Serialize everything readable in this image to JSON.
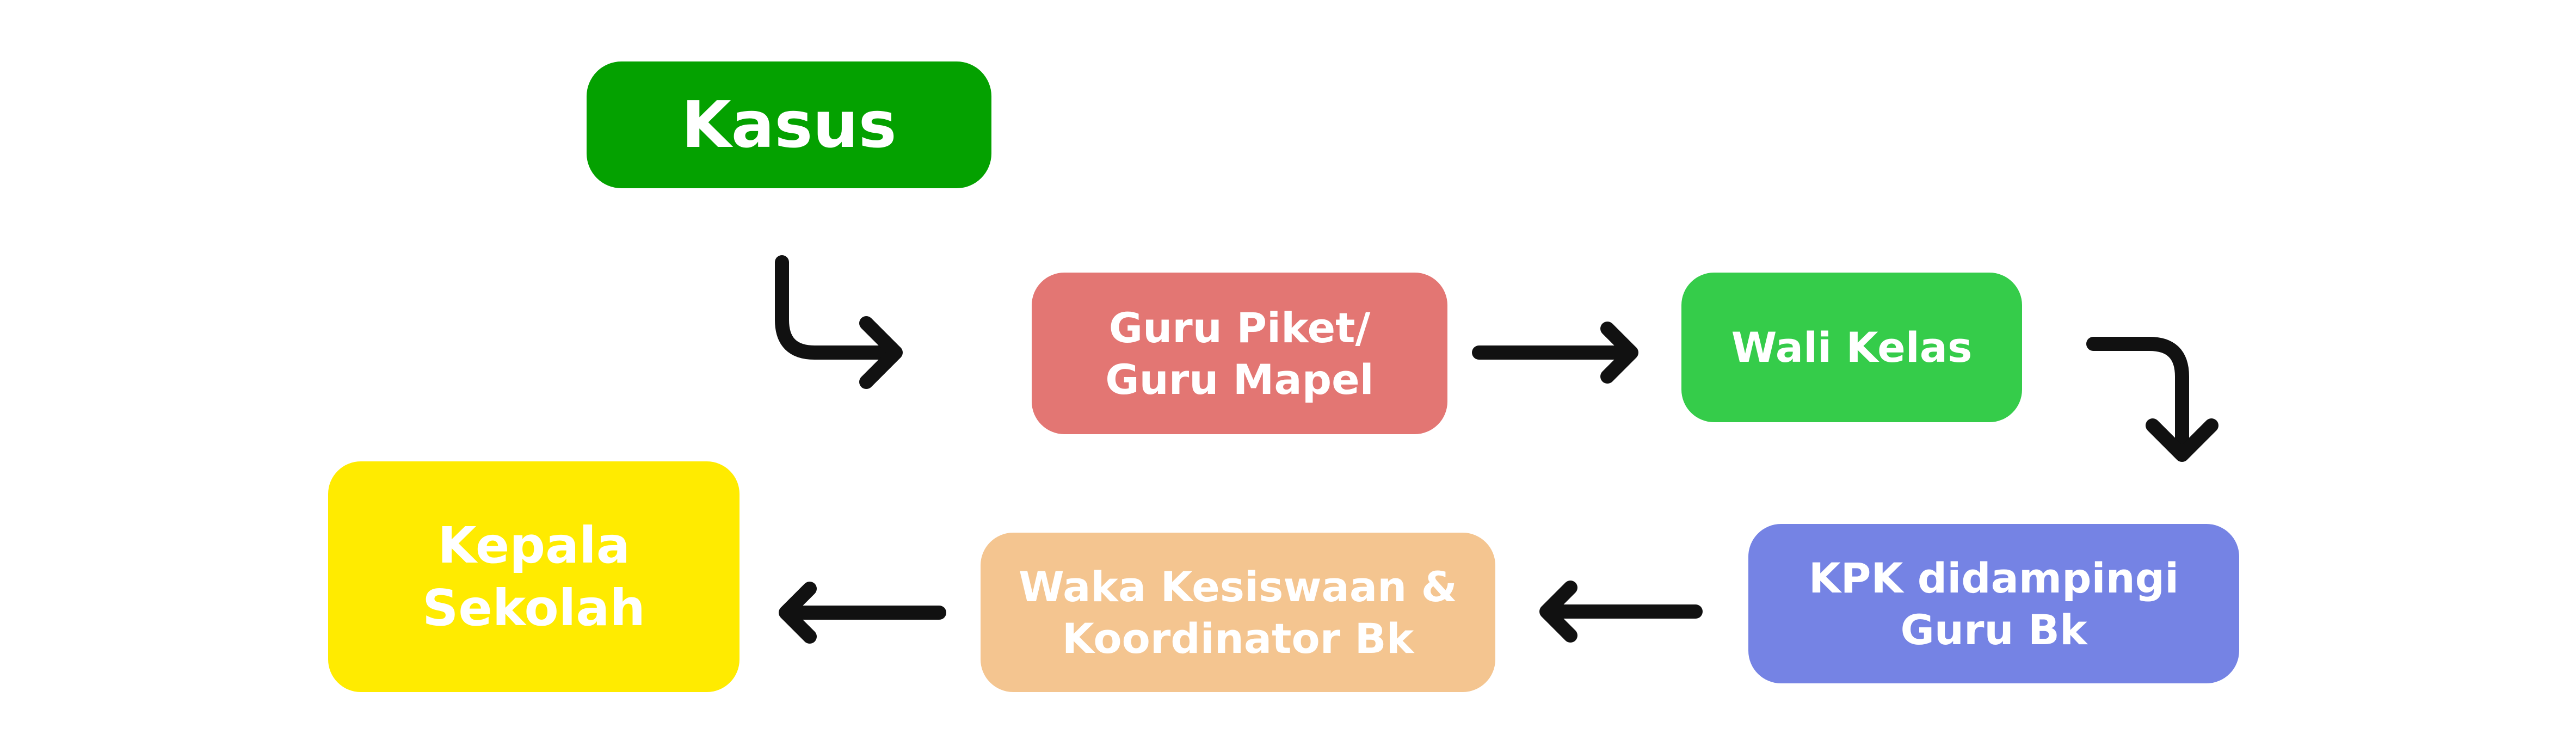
{
  "nodes": {
    "kasus": {
      "lines": [
        "Kasus"
      ],
      "color": "#04A100"
    },
    "piket": {
      "lines": [
        "Guru Piket/",
        "Guru Mapel"
      ],
      "color": "#E37673"
    },
    "wali": {
      "lines": [
        "Wali Kelas"
      ],
      "color": "#35CC4A"
    },
    "kpk": {
      "lines": [
        "KPK didampingi",
        "Guru Bk"
      ],
      "color": "#7583E4"
    },
    "waka": {
      "lines": [
        "Waka Kesiswaan &",
        "Koordinator Bk"
      ],
      "color": "#F4C590"
    },
    "kepala": {
      "lines": [
        "Kepala",
        "Sekolah"
      ],
      "color": "#FFEB00"
    }
  },
  "arrow_color": "#111111"
}
